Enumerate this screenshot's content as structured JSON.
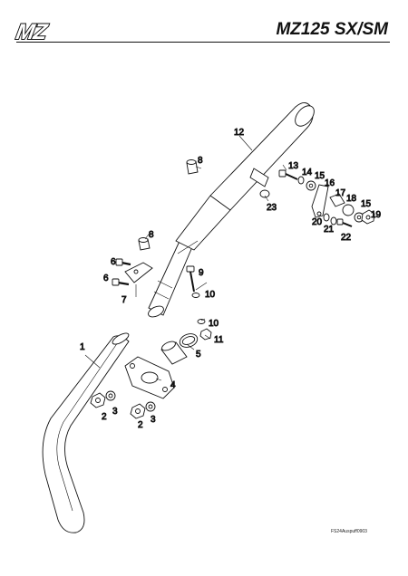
{
  "header": {
    "brand": "MZ",
    "model": "MZ125 SX/SM"
  },
  "callouts": {
    "p1": "1",
    "p2a": "2",
    "p2b": "2",
    "p3a": "3",
    "p3b": "3",
    "p4": "4",
    "p5": "5",
    "p6a": "6",
    "p6b": "6",
    "p7": "7",
    "p8a": "8",
    "p8b": "8",
    "p9": "9",
    "p10a": "10",
    "p10b": "10",
    "p11": "11",
    "p12": "12",
    "p13": "13",
    "p14": "14",
    "p15a": "15",
    "p15b": "15",
    "p16": "16",
    "p17": "17",
    "p18": "18",
    "p19": "19",
    "p20": "20",
    "p21": "21",
    "p22": "22",
    "p23": "23"
  },
  "footer": {
    "drawing_code": "FS24Auspuff0903"
  }
}
